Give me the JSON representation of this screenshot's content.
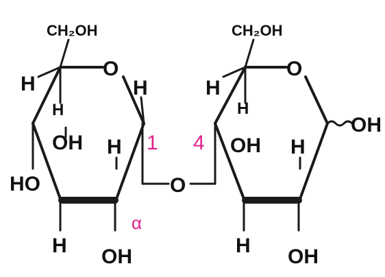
{
  "molecule": {
    "left_ring": {
      "ch2oh": "CH₂OH",
      "ring_oxygen": "O",
      "h_top_left": "H",
      "h_c5_inner": "H",
      "oh_c3": "OH",
      "h_c2": "H",
      "h_anomeric": "H",
      "ho_c4": "HO",
      "h_bottom": "H",
      "oh_bottom": "OH"
    },
    "glycosidic": {
      "oxygen": "O",
      "carbon_1": "1",
      "carbon_4": "4",
      "alpha": "α"
    },
    "right_ring": {
      "ch2oh": "CH₂OH",
      "ring_oxygen": "O",
      "h_top_left": "H",
      "h_c5_inner": "H",
      "oh_c3": "OH",
      "h_c2": "H",
      "oh_anomeric": "OH",
      "h_bottom": "H",
      "oh_bottom": "OH"
    }
  },
  "colors": {
    "bond": "#1a1a1a",
    "annotation": "#e0208a"
  }
}
